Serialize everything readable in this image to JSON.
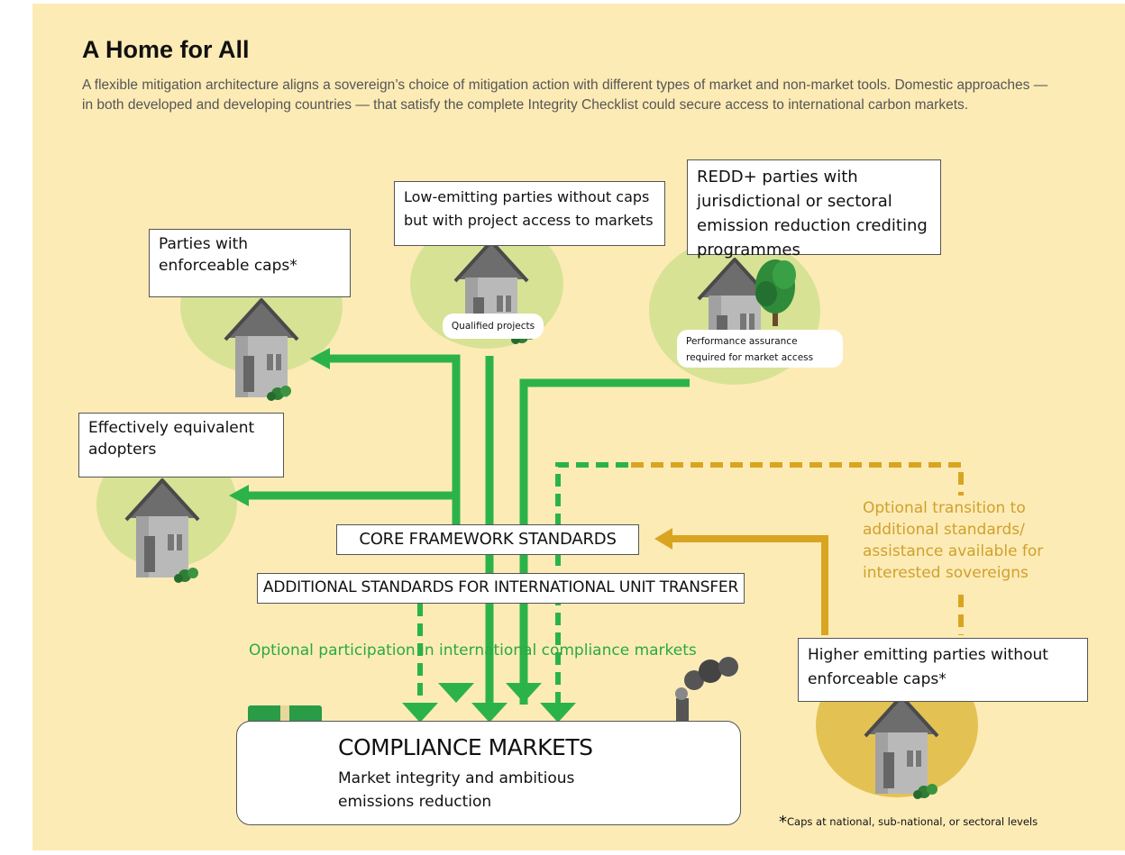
{
  "header": {
    "title": "A Home for All",
    "intro": "A flexible mitigation architecture aligns a sovereign’s choice of mitigation action with different types of market and non-market tools. Domestic  approaches — in both developed and developing countries — that satisfy the complete Integrity Checklist could secure access to international carbon markets."
  },
  "parties": {
    "enforceable_caps": "Parties with enforceable caps*",
    "low_emitting": "Low-emitting parties without caps but with project access to markets",
    "redd": "REDD+ parties with jurisdictional or sectoral emission reduction crediting programmes",
    "equivalent": "Effectively equivalent adopters",
    "higher_emitting": "Higher emitting parties without enforceable caps*"
  },
  "notes": {
    "qualified": "Qualified projects",
    "performance": "Performance assurance required for market access"
  },
  "standards": {
    "core": "CORE FRAMEWORK STANDARDS",
    "additional": "ADDITIONAL STANDARDS FOR INTERNATIONAL UNIT TRANSFER"
  },
  "labels": {
    "optional_participation": "Optional participation in international compliance markets",
    "optional_transition": "Optional transition to additional standards/ assistance available for interested sovereigns"
  },
  "compliance": {
    "title": "COMPLIANCE MARKETS",
    "subtitle": "Market integrity and ambitious emissions reduction"
  },
  "footnote": {
    "star": "*",
    "text": "Caps at national, sub-national, or sectoral levels"
  },
  "colors": {
    "background": "#fdebb6",
    "blob_green": "#d7e295",
    "blob_gold": "#e3c253",
    "arrow_green": "#2bb34a",
    "arrow_gold": "#d9a521",
    "green_text": "#2aa945",
    "gold_text": "#cfa12c"
  }
}
